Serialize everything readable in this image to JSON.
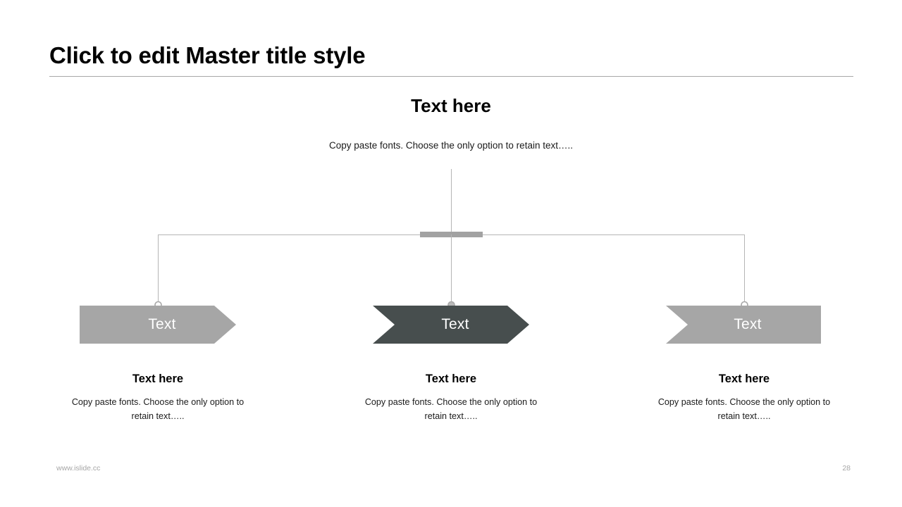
{
  "slide": {
    "title": "Click to edit Master title style",
    "intro": {
      "heading": "Text here",
      "subtitle": "Copy paste fonts. Choose the only option to retain text….."
    },
    "chevrons": [
      {
        "label": "Text",
        "color": "#a6a6a6",
        "shape": "arrow-right"
      },
      {
        "label": "Text",
        "color": "#474e4e",
        "shape": "chevron"
      },
      {
        "label": "Text",
        "color": "#a6a6a6",
        "shape": "chevron-end"
      }
    ],
    "columns": [
      {
        "title": "Text here",
        "body": "Copy paste fonts. Choose the only option to retain text….."
      },
      {
        "title": "Text here",
        "body": "Copy paste fonts. Choose the only option to retain text….."
      },
      {
        "title": "Text here",
        "body": "Copy paste fonts. Choose the only option to retain text….."
      }
    ],
    "diagram": {
      "stem_color": "#b5b5b5",
      "bar_color": "#a2a2a2",
      "marker_fill": "#ffffff",
      "marker_stroke": "#a8a8a8"
    },
    "footer": {
      "url": "www.islide.cc",
      "page_number": "28"
    },
    "accent_color": "#474e4e",
    "rule_color": "#a8a8a8"
  }
}
